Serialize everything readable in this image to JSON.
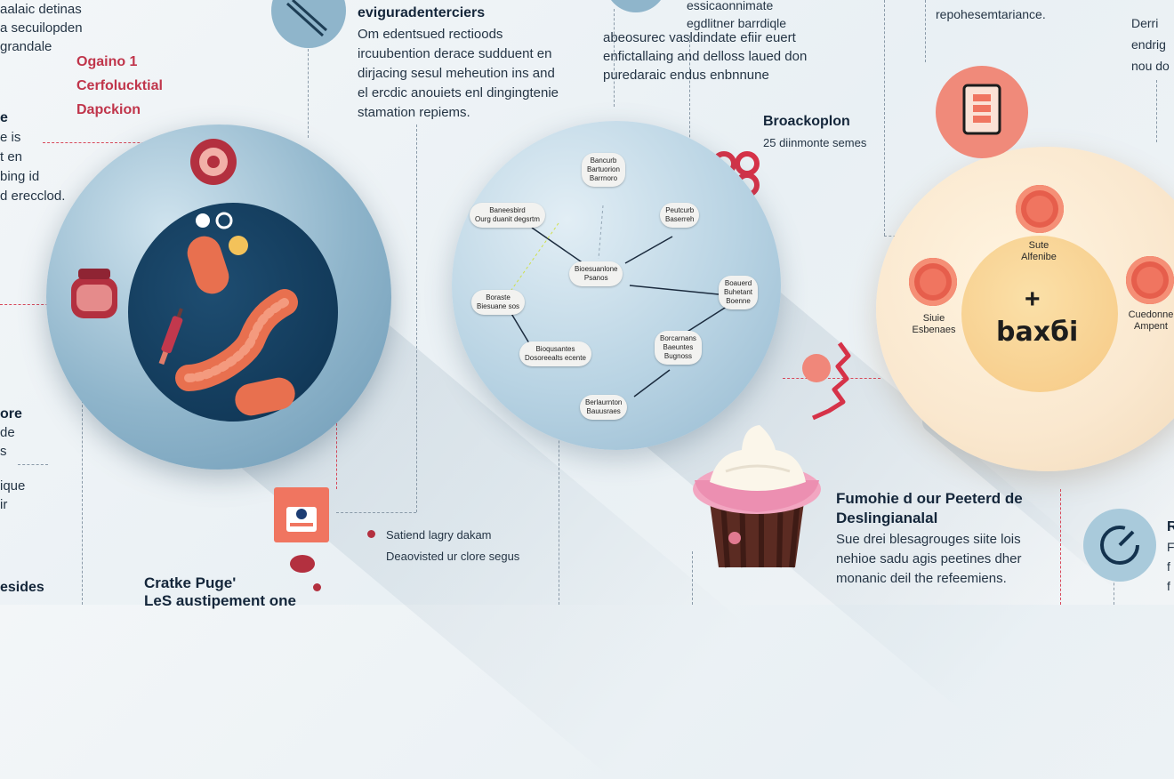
{
  "left_column": {
    "top_lines": [
      "aalaic detinas",
      "a secuilopden",
      "grandale"
    ],
    "red_labels": [
      "Ogaino 1",
      "Cerfolucktial",
      "Dapckion"
    ],
    "mid_lines": [
      "e",
      "e is",
      "t en",
      "bing id",
      "d erecclod."
    ],
    "lower_lines": [
      "ore",
      "de",
      "s",
      "ique",
      "ir"
    ],
    "bottom_label": "esides"
  },
  "top_center": {
    "heading": "eviguradenterciers",
    "lines": [
      "Om edentsued rectioods",
      "ircuubention derace sudduent en",
      "dirjacing sesul meheution ins and",
      "el ercdic anouiets enl dingingtenie",
      "stamation repiems."
    ]
  },
  "top_mid": {
    "lines": [
      "abeosurec vasldindate efiir euert",
      "enfictallaing and delloss laued don",
      "puredaraic endus enbnnune"
    ],
    "small": [
      "essicaonnimate",
      "egdlitner barrdiqle"
    ]
  },
  "top_right": {
    "line": "repohesemtariance.",
    "far_right": [
      "Derri",
      "endrig",
      "nou do"
    ]
  },
  "brockoplon": {
    "title": "Broackoplon",
    "subtitle": "25 diinmonte semes"
  },
  "diagram_nodes": [
    "Bancurb\nBartuorion\nBarrnoro",
    "Baneesbird\nOurg duanit degsrtm",
    "Peutcurb\nBaserreh",
    "Bioesuanlone\nPsanos",
    "Boraste\nBiesuane sos",
    "Boauerd\nBuhetant\nBoenne",
    "Bioqusantes\nDosoreealts ecente",
    "Borcarnans\nBaeuntes\nBugnoss",
    "Berlaurnton\nBauusraes"
  ],
  "right_sphere": {
    "plus": "+",
    "brand": "baxбi",
    "labels": [
      "Sute\nAlfenibe",
      "Siuie\nEsbenaes",
      "Cuedonne\nAmpent"
    ]
  },
  "bottom_center": {
    "lines": [
      "Satiend lagry dakam",
      "Deaovisted ur clore segus"
    ]
  },
  "bottom_left": {
    "title1": "Cratke Puge'",
    "title2": "LeS austipement one"
  },
  "bottom_right": {
    "heading1": "Fumohie d our Peeterd de",
    "heading2": "Deslingianalal",
    "lines": [
      "Sue drei blesagrouges siite lois",
      "nehioe sadu agis peetines dher",
      "monanic deil the refeemiens."
    ]
  },
  "far_right_edge": [
    "R",
    "F",
    "f",
    "f"
  ],
  "colors": {
    "accent_red": "#c0354b",
    "sphere_blue": "#8fb5cb",
    "core_navy": "#123a5a",
    "coral": "#f07560",
    "cream": "#fae8cf"
  }
}
